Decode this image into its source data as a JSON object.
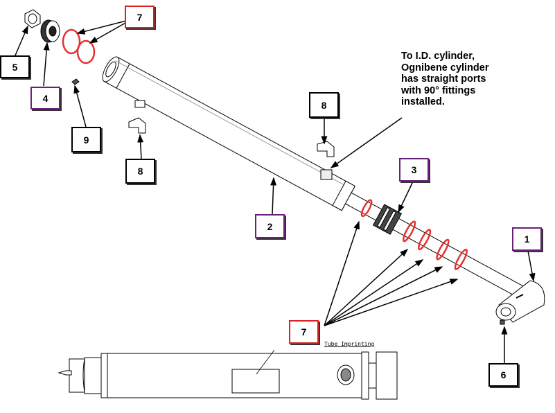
{
  "callouts": [
    {
      "id": "5",
      "number": "5",
      "color": "#000000"
    },
    {
      "id": "4",
      "number": "4",
      "color": "#6a1f7a"
    },
    {
      "id": "7a",
      "number": "7",
      "color": "#e02020"
    },
    {
      "id": "9",
      "number": "9",
      "color": "#000000"
    },
    {
      "id": "8a",
      "number": "8",
      "color": "#000000"
    },
    {
      "id": "2",
      "number": "2",
      "color": "#6a1f7a"
    },
    {
      "id": "8b",
      "number": "8",
      "color": "#000000"
    },
    {
      "id": "3",
      "number": "3",
      "color": "#6a1f7a"
    },
    {
      "id": "1",
      "number": "1",
      "color": "#6a1f7a"
    },
    {
      "id": "7b",
      "number": "7",
      "color": "#e02020"
    },
    {
      "id": "6",
      "number": "6",
      "color": "#000000"
    }
  ],
  "note": "To I.D. cylinder,\nOgnibene cylinder\nhas straight ports\nwith 90° fittings\ninstalled.",
  "tube_imprinting_label": "Tube Imprinting",
  "colors": {
    "seal": "#e83030",
    "line": "#000000"
  }
}
